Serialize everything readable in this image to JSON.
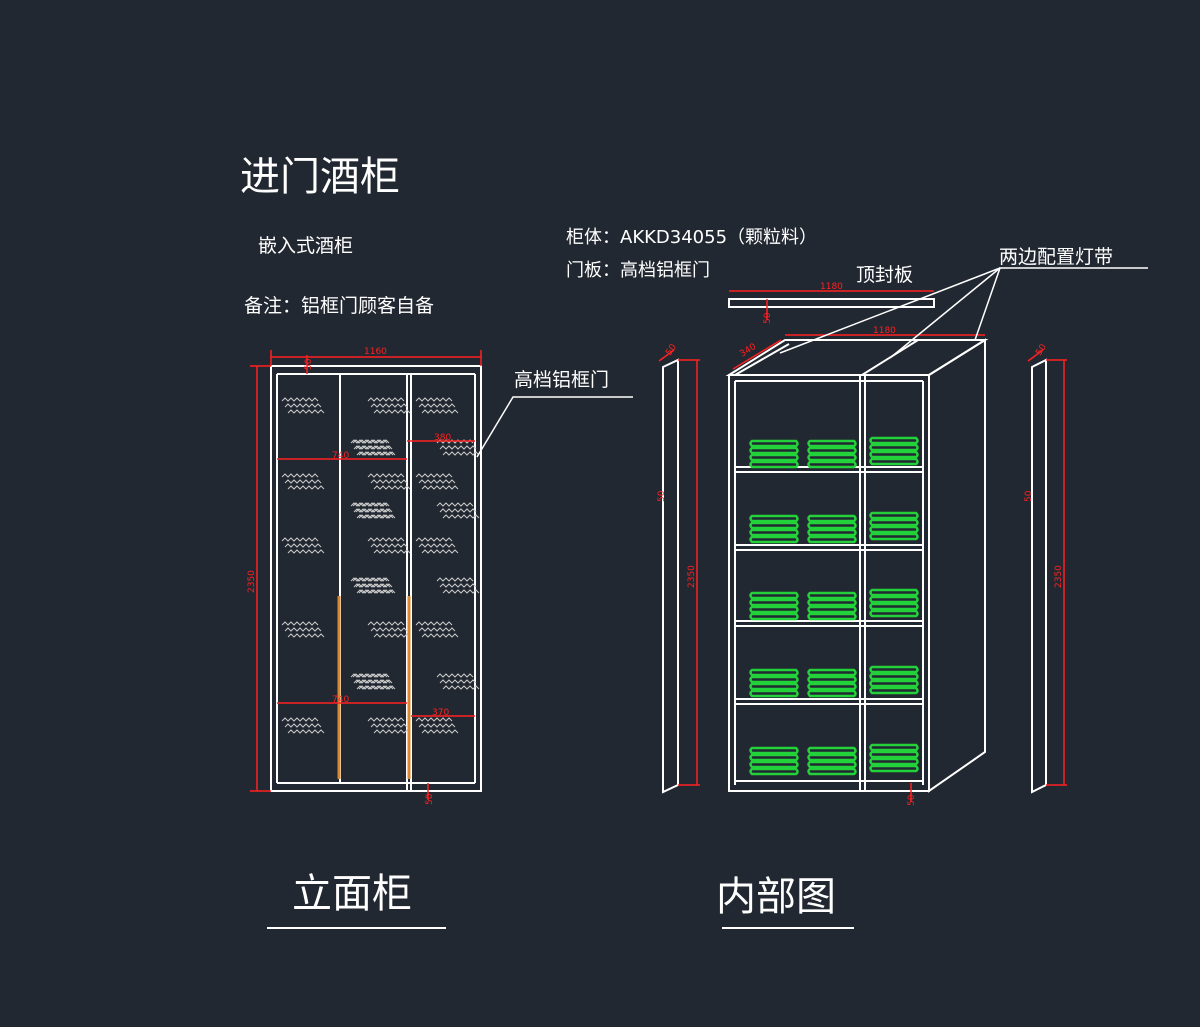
{
  "colors": {
    "background": "#222831",
    "line": "#ffffff",
    "dimension": "#ff2020",
    "items": "#23d23a",
    "handle": "#d98a2e",
    "glass_pattern": "#c9c9c9"
  },
  "texts": {
    "title": "进门酒柜",
    "subtitle": "嵌入式酒柜",
    "note": "备注：铝框门顾客自备",
    "cabinet_spec": "柜体：AKKD34055（颗粒料）",
    "door_spec": "门板：高档铝框门",
    "door_callout": "高档铝框门",
    "top_panel": "顶封板",
    "light_strip": "两边配置灯带",
    "elevation_label": "立面柜",
    "interior_label": "内部图"
  },
  "dimensions": {
    "front_width": "1160",
    "front_height": "2350",
    "front_top": "50",
    "front_bottom": "50",
    "door_left_width": "740",
    "door_right_width": "380",
    "door_left_bottom_width": "740",
    "door_right_bottom_width": "370",
    "top_panel_width": "1180",
    "top_panel_thickness": "50",
    "carcass_width": "1180",
    "carcass_depth": "340",
    "carcass_bottom": "50",
    "side_left_depth": "50",
    "side_left_mid": "50",
    "side_left_height": "2350",
    "side_right_depth": "50",
    "side_right_mid": "50",
    "side_right_height": "2350"
  }
}
